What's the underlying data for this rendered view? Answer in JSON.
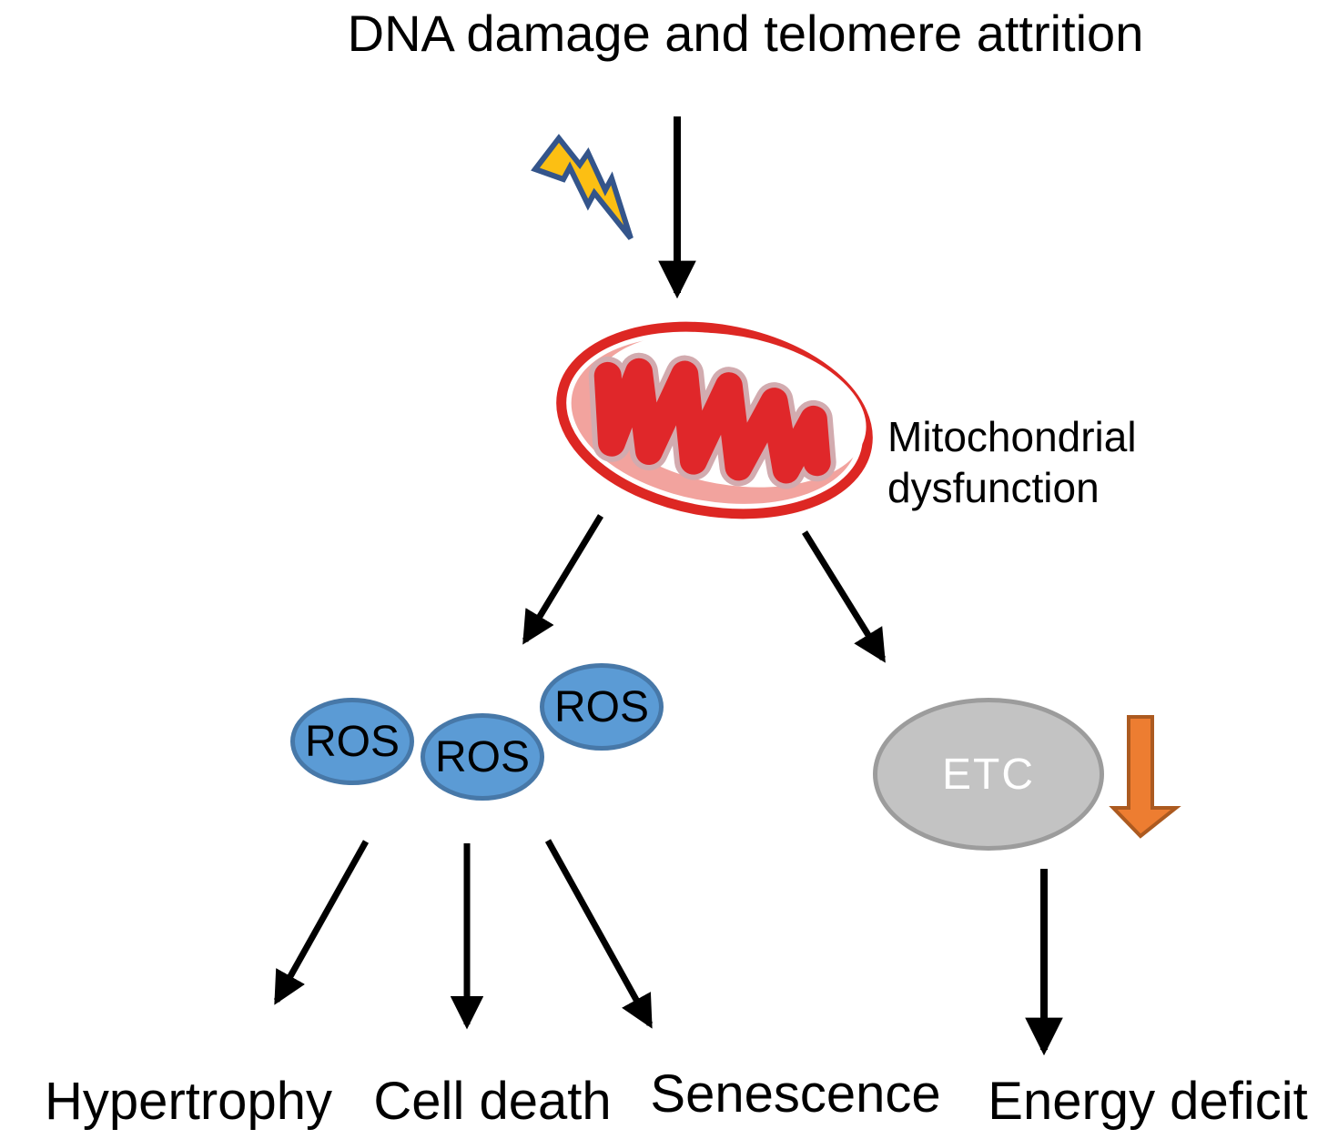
{
  "title": "DNA damage and telomere attrition",
  "trigger": {
    "icon": "lightning-bolt-icon"
  },
  "mitochondria": {
    "icon": "mitochondrion-illustration",
    "label": "Mitochondrial\ndysfunction"
  },
  "ros_nodes": [
    {
      "label": "ROS"
    },
    {
      "label": "ROS"
    },
    {
      "label": "ROS"
    }
  ],
  "etc_node": {
    "label": "ETC",
    "trend_icon": "orange-down-arrow-icon"
  },
  "outcomes": [
    {
      "label": "Hypertrophy"
    },
    {
      "label": "Cell death"
    },
    {
      "label": "Senescence"
    },
    {
      "label": "Energy deficit"
    }
  ],
  "colors": {
    "arrow_black": "#000000",
    "bolt_yellow": "#FCBF13",
    "bolt_outline": "#34558B",
    "mito_red": "#DD2723",
    "cristae_red": "#E0272A",
    "cristae_edge_pink": "#D2ABAF",
    "membrane_pink": "#F2A39E",
    "ros_fill": "#5B9BD5",
    "ros_border": "#4778A8",
    "etc_fill": "#C3C3C3",
    "etc_border": "#9C9C9C",
    "etc_text": "#FFFFFF",
    "down_arrow_orange": "#ED7D31",
    "down_arrow_border": "#AC5A20",
    "text_black": "#000000"
  }
}
